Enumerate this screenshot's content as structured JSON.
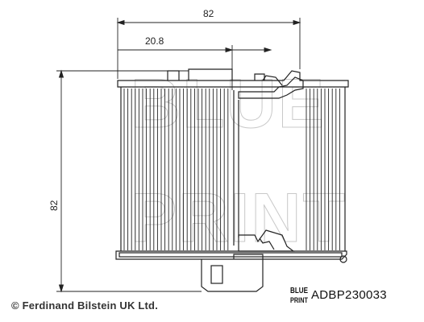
{
  "dimensions": {
    "width": "82",
    "inner_offset": "20.8",
    "height": "82"
  },
  "watermark": {
    "line1": "BLUE",
    "line2": "PRINT"
  },
  "logo": {
    "line1": "BLUE",
    "line2": "PRINT"
  },
  "part_number": "ADBP230033",
  "copyright": "© Ferdinand Bilstein UK Ltd.",
  "colors": {
    "line": "#222222",
    "watermark": "#c9c9c9",
    "background": "#ffffff"
  }
}
